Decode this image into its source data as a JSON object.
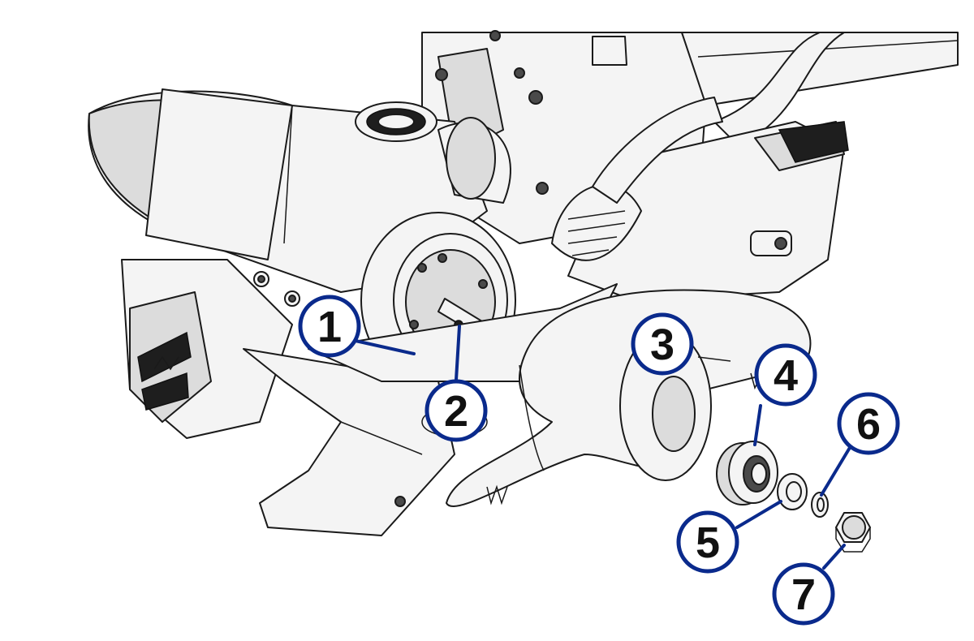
{
  "callouts": [
    {
      "id": "1",
      "label": "1"
    },
    {
      "id": "2",
      "label": "2"
    },
    {
      "id": "3",
      "label": "3"
    },
    {
      "id": "4",
      "label": "4"
    },
    {
      "id": "5",
      "label": "5"
    },
    {
      "id": "6",
      "label": "6"
    },
    {
      "id": "7",
      "label": "7"
    }
  ],
  "colors": {
    "callout_ring": "#0a2a8c",
    "callout_text": "#111111",
    "background": "#ffffff"
  },
  "icons": {
    "prop_nut": "hex-nut-icon",
    "shear_pin": "pin-icon",
    "washer": "washer-icon"
  }
}
